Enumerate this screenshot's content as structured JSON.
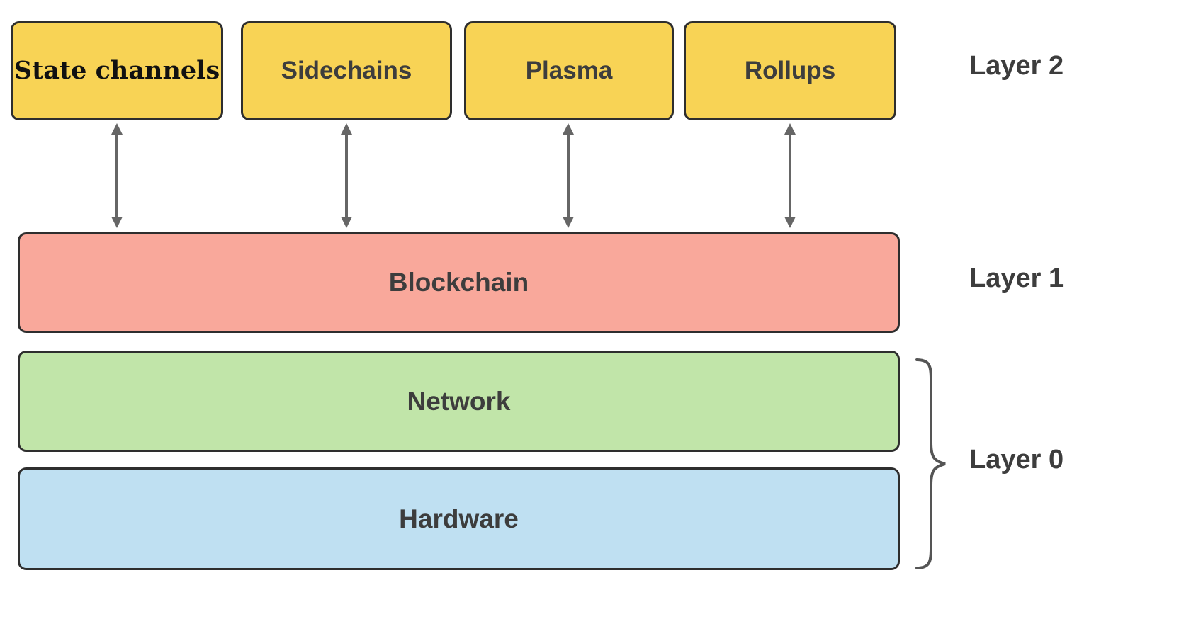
{
  "layer2": {
    "label": "Layer 2",
    "boxes": [
      {
        "label": "State channels"
      },
      {
        "label": "Sidechains"
      },
      {
        "label": "Plasma"
      },
      {
        "label": "Rollups"
      }
    ]
  },
  "layer1": {
    "label": "Layer 1",
    "box_label": "Blockchain"
  },
  "layer0": {
    "label": "Layer 0",
    "boxes": [
      {
        "label": "Network"
      },
      {
        "label": "Hardware"
      }
    ]
  },
  "colors": {
    "layer2_box": "#f8d355",
    "layer1_box": "#f9a89b",
    "network_box": "#c1e5a9",
    "hardware_box": "#bfe0f2",
    "box_border": "#2e2e2e",
    "arrow": "#666666",
    "label_text": "#3d3d3d"
  }
}
